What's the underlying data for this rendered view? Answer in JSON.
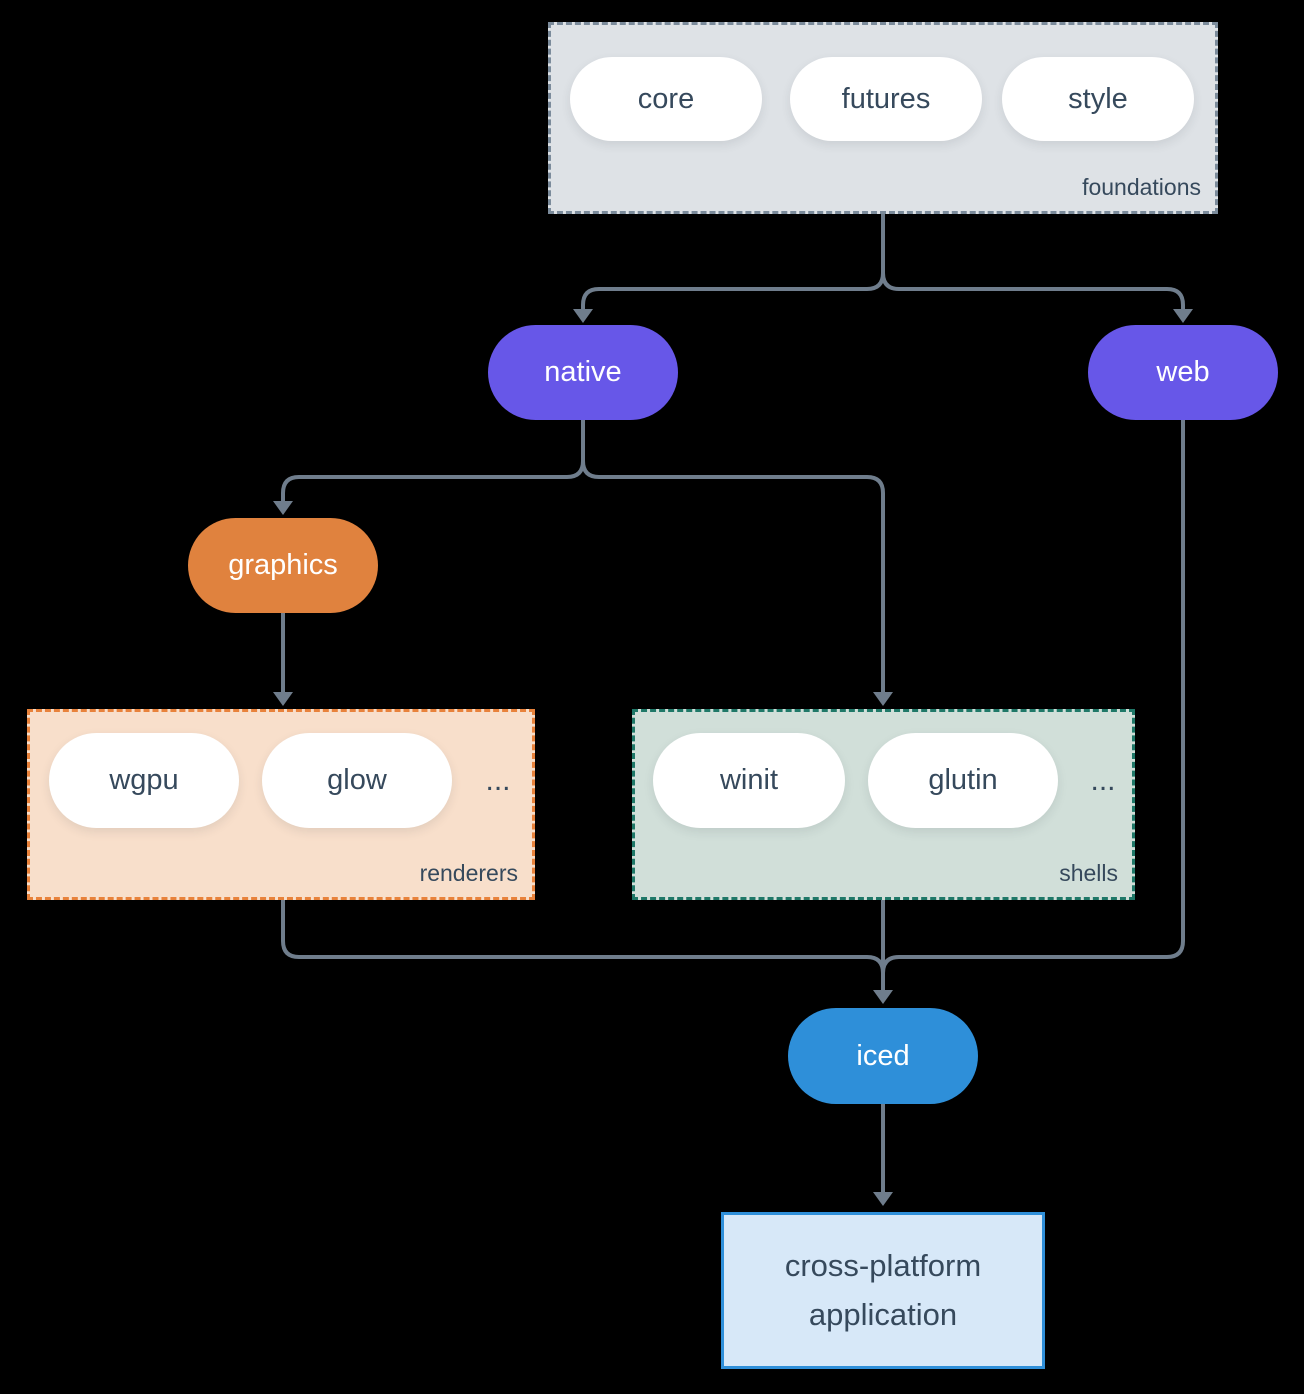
{
  "diagram": {
    "groups": {
      "foundations": {
        "label": "foundations",
        "items": [
          "core",
          "futures",
          "style"
        ]
      },
      "renderers": {
        "label": "renderers",
        "items": [
          "wgpu",
          "glow"
        ],
        "more": "..."
      },
      "shells": {
        "label": "shells",
        "items": [
          "winit",
          "glutin"
        ],
        "more": "..."
      }
    },
    "nodes": {
      "native": {
        "label": "native"
      },
      "web": {
        "label": "web"
      },
      "graphics": {
        "label": "graphics"
      },
      "iced": {
        "label": "iced"
      },
      "application": {
        "lines": [
          "cross-platform",
          "application"
        ]
      }
    },
    "colors": {
      "background": "#000000",
      "edge": "#6f7d8c",
      "foundations_fill": "#dee2e6",
      "foundations_border": "#7b8b9b",
      "renderers_fill": "#f8dfcb",
      "renderers_border": "#e8823b",
      "shells_fill": "#d1dfd9",
      "shells_border": "#1f7868",
      "native_fill": "#6757e8",
      "web_fill": "#6757e8",
      "graphics_fill": "#e0823e",
      "iced_fill": "#2e8fd9",
      "application_fill": "#d7e8f8",
      "application_border": "#2f8fd9",
      "pill_fill": "#ffffff",
      "node_text": "#ffffff",
      "label_text": "#36495c"
    }
  }
}
